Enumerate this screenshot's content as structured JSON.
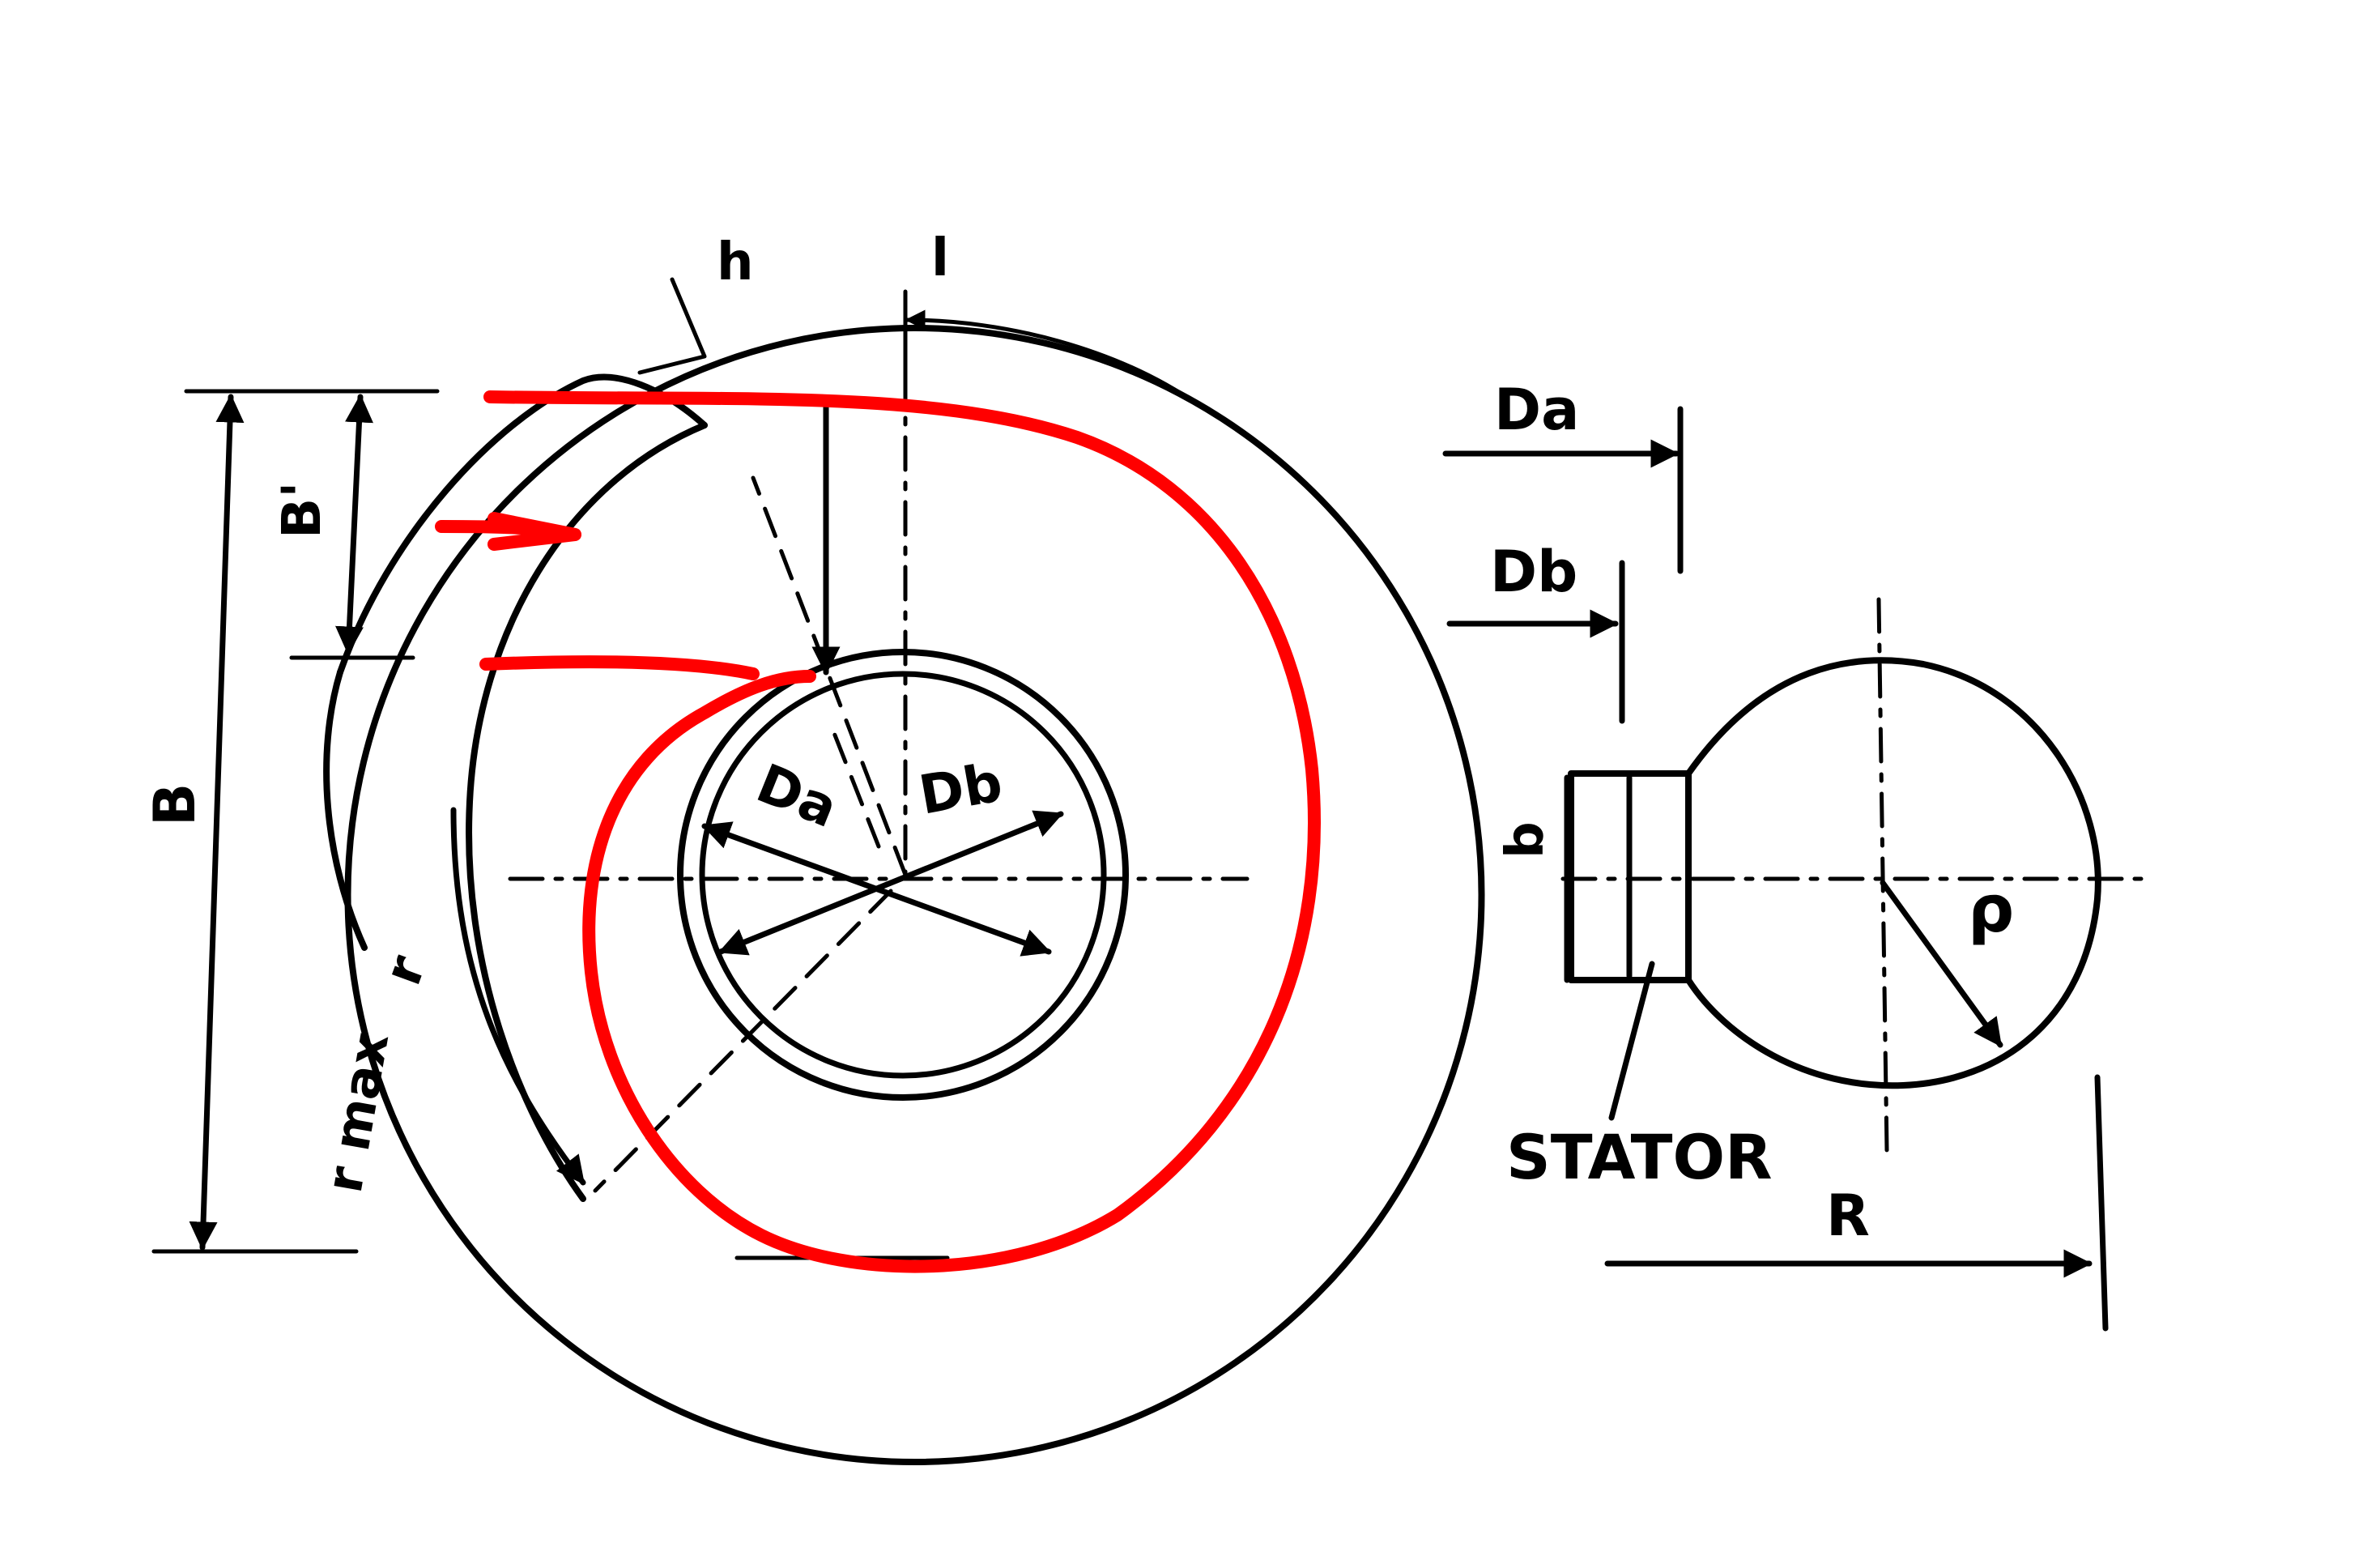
{
  "labels": {
    "B_height": "B",
    "B_prime": "B'",
    "h": "h",
    "l": "l",
    "Da_inner": "Da",
    "Db_inner": "Db",
    "r": "r",
    "r_max": "r max",
    "Da_side": "Da",
    "Db_side": "Db",
    "b": "b",
    "rho": "ρ",
    "stator": "STATOR",
    "R": "R"
  },
  "colors": {
    "ink": "#000000",
    "annotation": "#ff0000",
    "background": "#ffffff"
  }
}
